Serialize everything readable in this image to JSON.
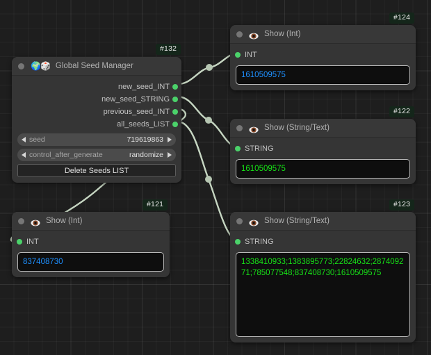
{
  "canvas": {
    "background_color": "#1e1e1e",
    "grid_color": "#2a2a2a",
    "wire_color": "#c6d6c2",
    "port_color": "#4bd26a",
    "badge_bg": "#14261a"
  },
  "nodes": {
    "seed_manager": {
      "id_label": "#132",
      "title": "Global Seed Manager",
      "icons": "🌍🎲",
      "outputs": [
        {
          "label": "new_seed_INT"
        },
        {
          "label": "new_seed_STRING"
        },
        {
          "label": "previous_seed_INT"
        },
        {
          "label": "all_seeds_LIST"
        }
      ],
      "widgets": [
        {
          "name": "seed",
          "value": "719619863"
        },
        {
          "name": "control_after_generate",
          "value": "randomize"
        }
      ],
      "button": "Delete Seeds LIST"
    },
    "show_int_124": {
      "id_label": "#124",
      "title": "Show (Int)",
      "input_label": "INT",
      "value": "1610509575",
      "value_color": "#1e90ff"
    },
    "show_string_122": {
      "id_label": "#122",
      "title": "Show (String/Text)",
      "input_label": "STRING",
      "value": "1610509575",
      "value_color": "#17e017"
    },
    "show_string_123": {
      "id_label": "#123",
      "title": "Show (String/Text)",
      "input_label": "STRING",
      "value": "1338410933;1383895773;22824632;287409271;785077548;837408730;1610509575",
      "value_color": "#17e017"
    },
    "show_int_121": {
      "id_label": "#121",
      "title": "Show (Int)",
      "input_label": "INT",
      "value": "837408730",
      "value_color": "#1e90ff"
    }
  }
}
